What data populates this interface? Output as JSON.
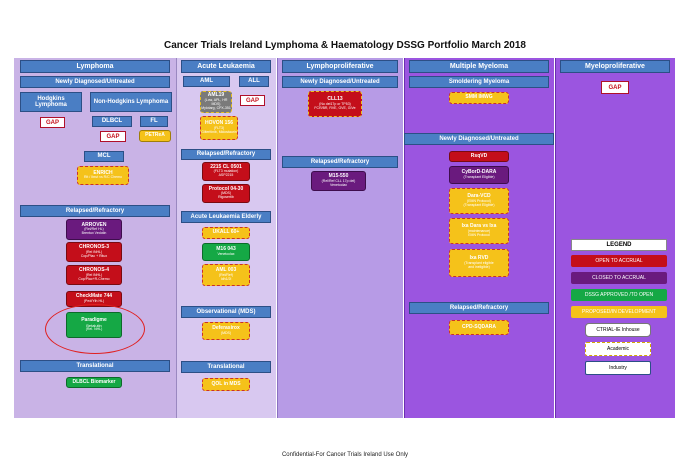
{
  "title": "Cancer Trials Ireland Lymphoma & Haematology DSSG Portfolio March 2018",
  "footer": "Confidential-For Cancer Trials Ireland Use Only",
  "colors": {
    "lymphoma_bg": "#c9b3e6",
    "acute_bg": "#d8c8f0",
    "lympho_bg": "#b79be6",
    "myeloma_bg": "#9b55e0",
    "myelo_bg": "#9b55e0",
    "header": "#4a7ec4",
    "open": "#c40e1a",
    "closed": "#6a1a7e",
    "approved": "#15a845",
    "proposed": "#f5c21a"
  },
  "lymphoma": {
    "header": "Lymphoma",
    "newly": "Newly Diagnosed/Untreated",
    "hodgkins": "Hodgkins Lymphoma",
    "nonhodgkins": "Non-Hodgkins Lymphoma",
    "gap1": "GAP",
    "dlbcl": "DLBCL",
    "fl": "FL",
    "gap2": "GAP",
    "petrea": "PETReA",
    "mcl": "MCL",
    "enrich": {
      "t": "ENRICH",
      "s": "Rit / Ibrut vs R/C Chemo"
    },
    "relapsed": "Relapsed/Refractory",
    "arroven": {
      "t": "ARROVEN",
      "s1": "(Rel/Ref HL)",
      "s2": "Brentux Vedotin"
    },
    "chronos3": {
      "t": "CHRONOS-3",
      "s1": "(Rel iNHL)",
      "s2": "Cop/Plac + Ritux"
    },
    "chronos4": {
      "t": "CHRONOS-4",
      "s1": "(Rel iNHL)",
      "s2": "Cop/Plac+R-Chemo"
    },
    "checkmate": {
      "t": "CheckMate 744",
      "s": "(Ped/Yth HL)"
    },
    "paradigme": {
      "t": "Paradigme",
      "s1": "Betalutin",
      "s2": "(Rel. NHL)"
    },
    "translational": "Translational",
    "biomarker": "DLBCL Biomarker"
  },
  "acute": {
    "header": "Acute Leukaemia",
    "aml": "AML",
    "all": "ALL",
    "aml19": {
      "t": "AML19",
      "s1": "(Low, APL, HR MDS)",
      "s2": "Mylotarg, CPX-351"
    },
    "gap": "GAP",
    "hovon": {
      "t": "HOVON 156",
      "s1": "(FLT3)",
      "s2": "Gilteritinib, Midostaurin"
    },
    "relapsed": "Relapsed/Refractory",
    "cl0501": {
      "t": "2215 CL 0501",
      "s1": "(FLT3 mutation)",
      "s2": "ASP2215"
    },
    "protocol": {
      "t": "Protocol 04-30",
      "s1": "(MDS)",
      "s2": "Rigosertib"
    },
    "elderly": "Acute Leukaemia Elderly",
    "ukall": {
      "t": "UKALL 60+"
    },
    "m16": {
      "t": "M16 043",
      "s": "Venetoclax"
    },
    "aml003": {
      "t": "AML 003",
      "s1": "(Rel/Ref)",
      "s2": "Idh1/2i"
    },
    "observational": "Observational (MDS)",
    "deferasirox": {
      "t": "Deferasirox",
      "s": "(MDS)"
    },
    "translational": "Translational",
    "qol": "QOL in MDS"
  },
  "lympho": {
    "header": "Lymphoproliferative",
    "newly": "Newly Diagnosed/Untreated",
    "cll13": {
      "t": "CLL13",
      "s1": "(No del17p or TP53)",
      "s2": "FCR/BR, RVE, GVE, GIVe"
    },
    "relapsed": "Relapsed/Refractory",
    "m15": {
      "t": "M15-550",
      "s1": "(Rel/Ref CLL 17p del)",
      "s2": "Venetoclax"
    }
  },
  "myeloma": {
    "header": "Multiple Myeloma",
    "smoldering": "Smoldering Myeloma",
    "smm": "SMM IMWG",
    "newly": "Newly Diagnosed/Untreated",
    "rsqvd": "RsqVD",
    "cybord": {
      "t": "CyBorD-DARA",
      "s": "(Transplant Eligible)"
    },
    "daravcd": {
      "t": "Dara-VCD",
      "s1": "(EMN Protocol)",
      "s2": "(Transplant Eligible)"
    },
    "ixa1": {
      "t": "Ixa Dara vs Ixa",
      "s1": "(maintenance)",
      "s2": "EMN Protocol"
    },
    "ixa2": {
      "t": "Ixa RVD",
      "s1": "(Transplant eligible",
      "s2": "and ineligible)"
    },
    "relapsed": "Relapsed/Refractory",
    "cpd": "CPD-SQDARA"
  },
  "myelo": {
    "header": "Myeloproliferative",
    "gap": "GAP"
  },
  "legend": {
    "title": "LEGEND",
    "open": "OPEN TO ACCRUAL",
    "closed": "CLOSED TO ACCRUAL",
    "approved": "DSSG APPROVED /TO OPEN",
    "proposed": "PROPOSED/IN DEVELOPMENT",
    "inhouse": "CTRIAL-IE Inhouse",
    "academic": "Academic",
    "industry": "Industry"
  }
}
